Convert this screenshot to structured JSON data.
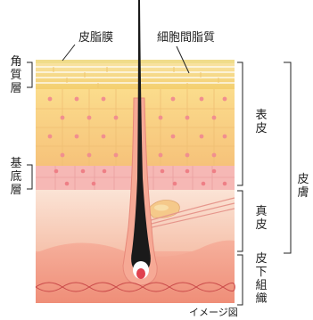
{
  "labels": {
    "sebum_film": "皮脂膜",
    "intercellular_lipid": "細胞間脂質",
    "stratum_corneum": [
      "角",
      "質",
      "層"
    ],
    "basal_layer": [
      "基",
      "底",
      "層"
    ],
    "epidermis": [
      "表",
      "皮"
    ],
    "dermis": [
      "真",
      "皮"
    ],
    "subcutaneous": [
      "皮",
      "下",
      "組",
      "織"
    ],
    "skin": [
      "皮",
      "膚"
    ],
    "caption": "イメージ図"
  },
  "colors": {
    "stratum_corneum": "#f5d77a",
    "epidermis": "#f9d47a",
    "epidermis_dots": "#f28f8f",
    "basal": "#f7b7b7",
    "dermis": "#f8d5c8",
    "subcutaneous": "#f39b85",
    "hair": "#1a1a1a",
    "bulb": "#e24a52",
    "lines": "#c94848"
  }
}
